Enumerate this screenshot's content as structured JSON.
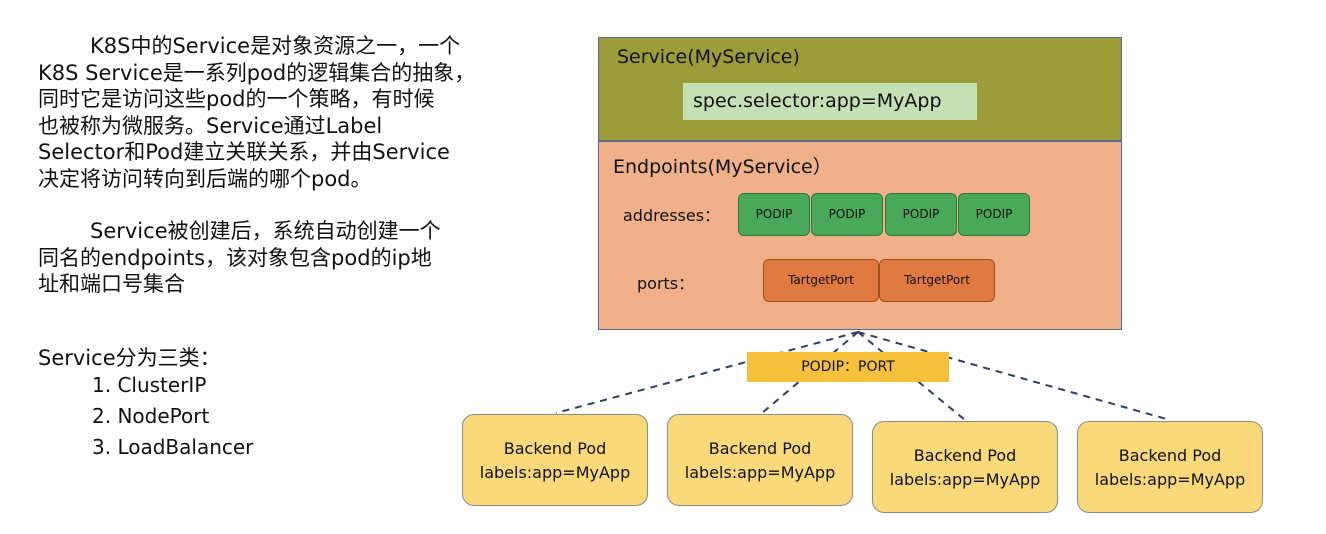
{
  "text": {
    "paragraph1_line1": "K8S中的Service是对象资源之一，一个",
    "paragraph1_line2": "K8S Service是一系列pod的逻辑集合的抽象，",
    "paragraph1_line3": "同时它是访问这些pod的一个策略，有时候",
    "paragraph1_line4": "也被称为微服务。Service通过Label",
    "paragraph1_line5": "Selector和Pod建立关联关系，并由Service",
    "paragraph1_line6": "决定将访问转向到后端的哪个pod。",
    "paragraph2_line1": "Service被创建后，系统自动创建一个",
    "paragraph2_line2": "同名的endpoints，该对象包含pod的ip地",
    "paragraph2_line3": "址和端口号集合",
    "types_title": "Service分为三类：",
    "types": [
      "1.  ClusterIP",
      "2.  NodePort",
      "3.  LoadBalancer"
    ]
  },
  "diagram": {
    "service_title": "Service(MyService)",
    "selector": "spec.selector:app=MyApp",
    "endpoints_title": "Endpoints(MyService）",
    "addresses_label": "addresses：",
    "ports_label": "ports：",
    "podips": [
      "PODIP",
      "PODIP",
      "PODIP",
      "PODIP"
    ],
    "target_ports": [
      "TartgetPort",
      "TartgetPort"
    ],
    "connector_label": "PODIP：PORT",
    "pods": [
      {
        "title": "Backend Pod",
        "labels": "labels:app=MyApp"
      },
      {
        "title": "Backend Pod",
        "labels": "labels:app=MyApp"
      },
      {
        "title": "Backend Pod",
        "labels": "labels:app=MyApp"
      },
      {
        "title": "Backend Pod",
        "labels": "labels:app=MyApp"
      }
    ],
    "colors": {
      "service": "#9c9c3a",
      "selector": "#c4e0b4",
      "endpoints": "#efb08a",
      "podip": "#4aa85a",
      "target_port": "#e07a40",
      "connector": "#f6c13a",
      "pod": "#f9d97a",
      "dashed_line": "#2f3e6b"
    }
  }
}
